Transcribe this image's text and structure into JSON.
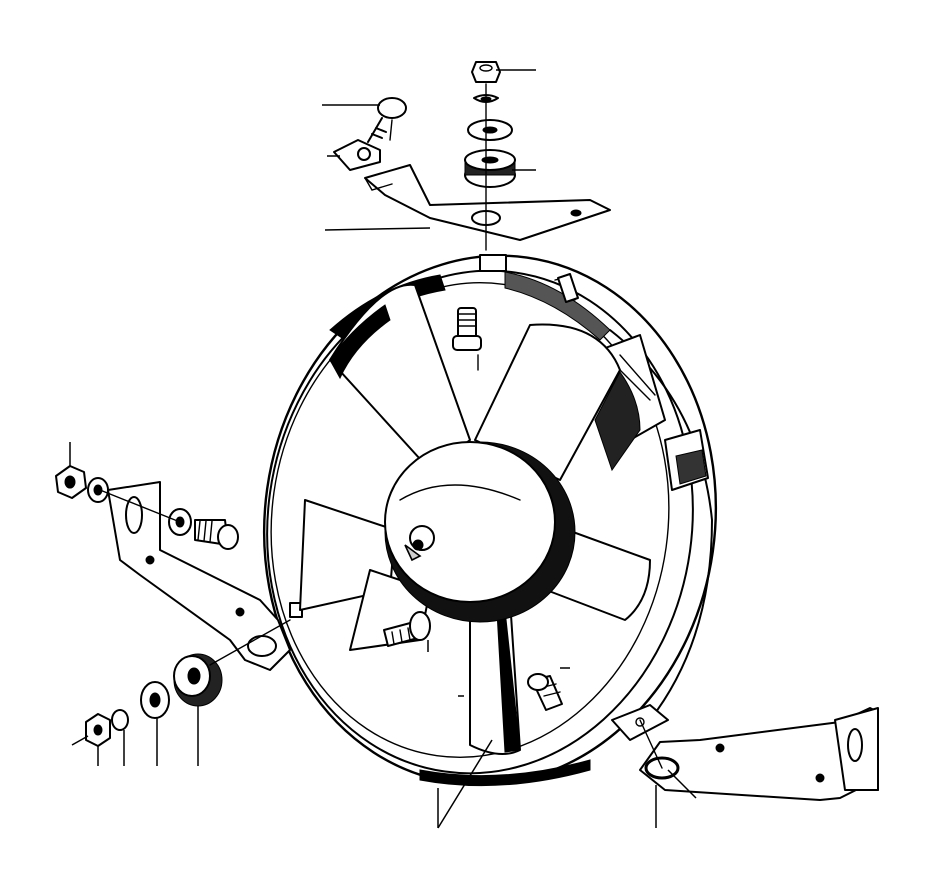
{
  "diagram": {
    "background": "#ffffff",
    "ink": "#000000",
    "parts": [
      {
        "id": "fan-shroud",
        "icon": "shroud-ring"
      },
      {
        "id": "fan-impeller",
        "icon": "fan-blades"
      },
      {
        "id": "fan-motor",
        "icon": "motor-hub"
      },
      {
        "id": "upper-bracket",
        "icon": "bracket"
      },
      {
        "id": "left-bracket",
        "icon": "bracket"
      },
      {
        "id": "right-bracket",
        "icon": "bracket"
      },
      {
        "id": "hex-nut",
        "icon": "nut"
      },
      {
        "id": "spring-washer",
        "icon": "washer"
      },
      {
        "id": "flat-washer",
        "icon": "washer"
      },
      {
        "id": "rubber-mount",
        "icon": "grommet"
      },
      {
        "id": "hex-bolt",
        "icon": "bolt"
      },
      {
        "id": "cable-clip",
        "icon": "clip"
      },
      {
        "id": "screw",
        "icon": "screw"
      },
      {
        "id": "threaded-stud",
        "icon": "stud"
      }
    ]
  }
}
